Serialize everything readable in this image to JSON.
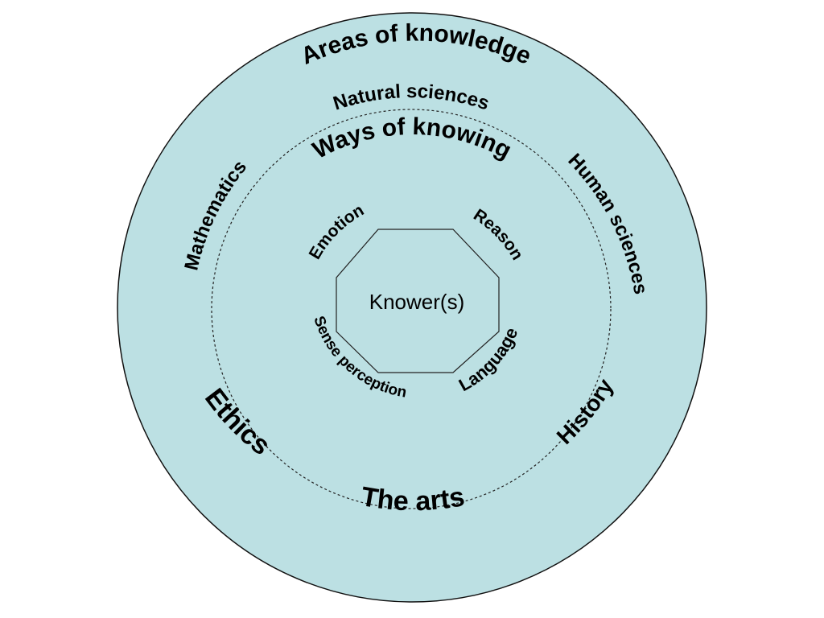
{
  "colors": {
    "outer_fill": "#bce0e3",
    "outer_stroke": "#111111",
    "dashed_stroke": "#222222",
    "octagon_fill": "#bce0e3",
    "text": "#000000"
  },
  "areas_of_knowledge": {
    "title": "Areas of knowledge",
    "items": {
      "natural_sciences": "Natural sciences",
      "human_sciences": "Human sciences",
      "history": "History",
      "the_arts": "The arts",
      "ethics": "Ethics",
      "mathematics": "Mathematics"
    }
  },
  "ways_of_knowing": {
    "title": "Ways of knowing",
    "items": {
      "emotion": "Emotion",
      "reason": "Reason",
      "language": "Language",
      "sense_perception": "Sense perception"
    }
  },
  "center": {
    "label": "Knower(s)"
  }
}
